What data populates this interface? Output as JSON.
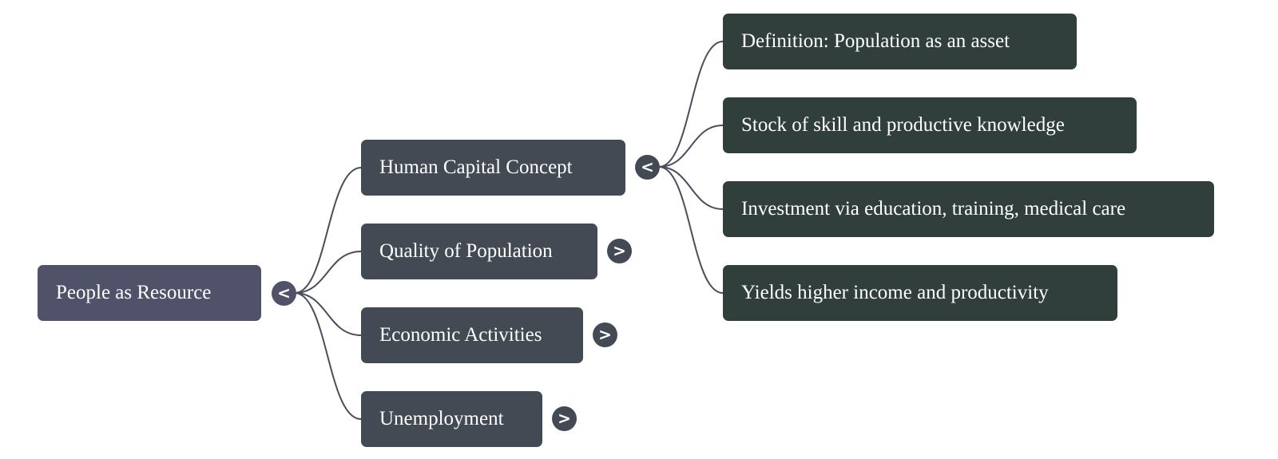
{
  "mindmap": {
    "root": {
      "label": "People as Resource",
      "toggle": "<"
    },
    "branches": [
      {
        "label": "Human Capital Concept",
        "toggle": "<",
        "children": [
          "Definition: Population as an asset",
          "Stock of skill and productive knowledge",
          "Investment via education, training, medical care",
          "Yields higher income and productivity"
        ]
      },
      {
        "label": "Quality of Population",
        "toggle": ">"
      },
      {
        "label": "Economic Activities",
        "toggle": ">"
      },
      {
        "label": "Unemployment",
        "toggle": ">"
      }
    ]
  },
  "colors": {
    "root": "#50526a",
    "branch": "#434a54",
    "leaf": "#313f3c",
    "connector": "#4a4e5c"
  }
}
